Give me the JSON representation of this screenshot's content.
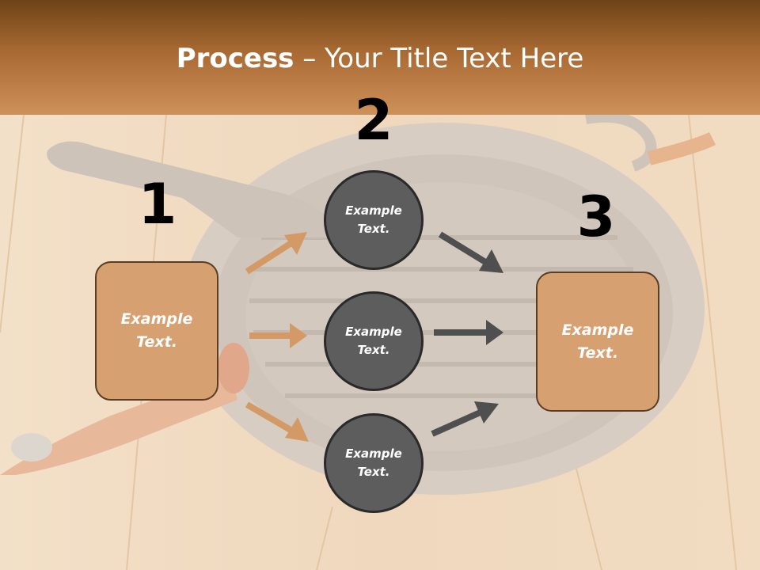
{
  "slide": {
    "title_bold": "Process",
    "title_rest": " – Your Title Text Here"
  },
  "steps": [
    {
      "number": "1",
      "text": "Example\nText."
    },
    {
      "number": "2"
    },
    {
      "number": "3",
      "text": "Example\nText."
    }
  ],
  "circles": [
    {
      "text": "Example\nText."
    },
    {
      "text": "Example\nText."
    },
    {
      "text": "Example\nText."
    }
  ],
  "colors": {
    "header_top": "#6e4318",
    "header_bottom": "#cf915a",
    "box_fill": "#d6a071",
    "box_border": "#5a3d24",
    "circle_fill": "#5d5d5d",
    "left_arrow": "#d49a66",
    "right_arrow": "#4f4f4f"
  }
}
